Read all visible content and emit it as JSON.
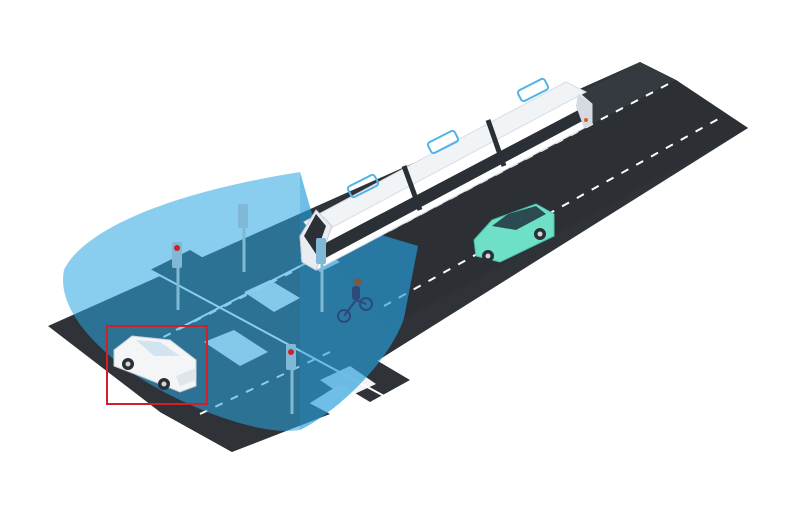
{
  "scene": {
    "colors": {
      "background": "#ffffff",
      "road": "#2f3338",
      "road_edge": "#3a3f45",
      "lane_marking": "#ffffff",
      "crosswalk": "#ffffff",
      "tram_body": "#ffffff",
      "tram_windows": "#2b2f36",
      "tram_accent": "#e9edf2",
      "tram_roof_marker": "#4fb3e8",
      "car_teal": "#6ee0c8",
      "car_white": "#f3f5f7",
      "detection_cone": "#2aa6e2",
      "detection_box": "#d0202a",
      "traffic_pole": "#7fb9d6",
      "signal_red": "#d0202a",
      "cyclist": "#2c4a7a"
    },
    "objects": [
      {
        "name": "tram",
        "icon": "tram-icon"
      },
      {
        "name": "teal-car",
        "icon": "car-icon"
      },
      {
        "name": "white-car",
        "icon": "car-icon",
        "highlighted": true
      },
      {
        "name": "cyclist",
        "icon": "bicycle-icon"
      },
      {
        "name": "traffic-lights",
        "icon": "traffic-light-icon",
        "count": 4
      },
      {
        "name": "camera-field-of-view",
        "icon": "camera-cone-icon"
      }
    ]
  }
}
